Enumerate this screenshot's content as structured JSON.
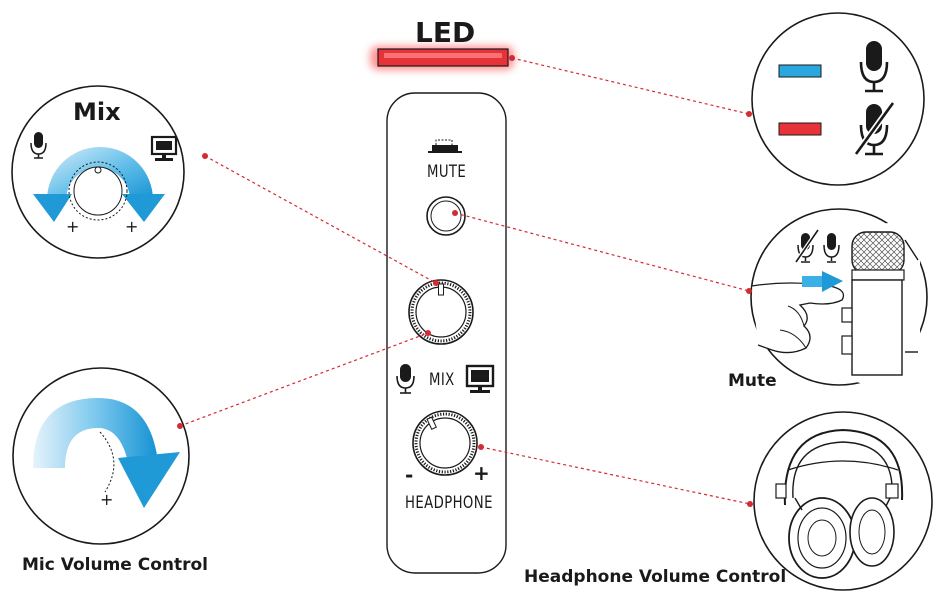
{
  "labels": {
    "led": "LED",
    "mix_title": "Mix",
    "device_mute": "MUTE",
    "device_mix": "MIX",
    "device_headphone": "HEADPHONE",
    "minus": "-",
    "plus": "+",
    "mute_caption": "Mute",
    "mic_volume_caption": "Mic Volume Control",
    "headphone_volume_caption": "Headphone Volume Control"
  },
  "colors": {
    "led_red": "#e8323a",
    "indicator_blue": "#2aa6e0",
    "indicator_red": "#e8323a",
    "callout_line": "#d42a33",
    "arrow_blue": "#1f9ad6",
    "outline": "#1a1a1a"
  },
  "icons": [
    "microphone-icon",
    "muted-microphone-icon",
    "monitor-icon",
    "headphones-illustration",
    "microphone-illustration",
    "hand-illustration"
  ]
}
